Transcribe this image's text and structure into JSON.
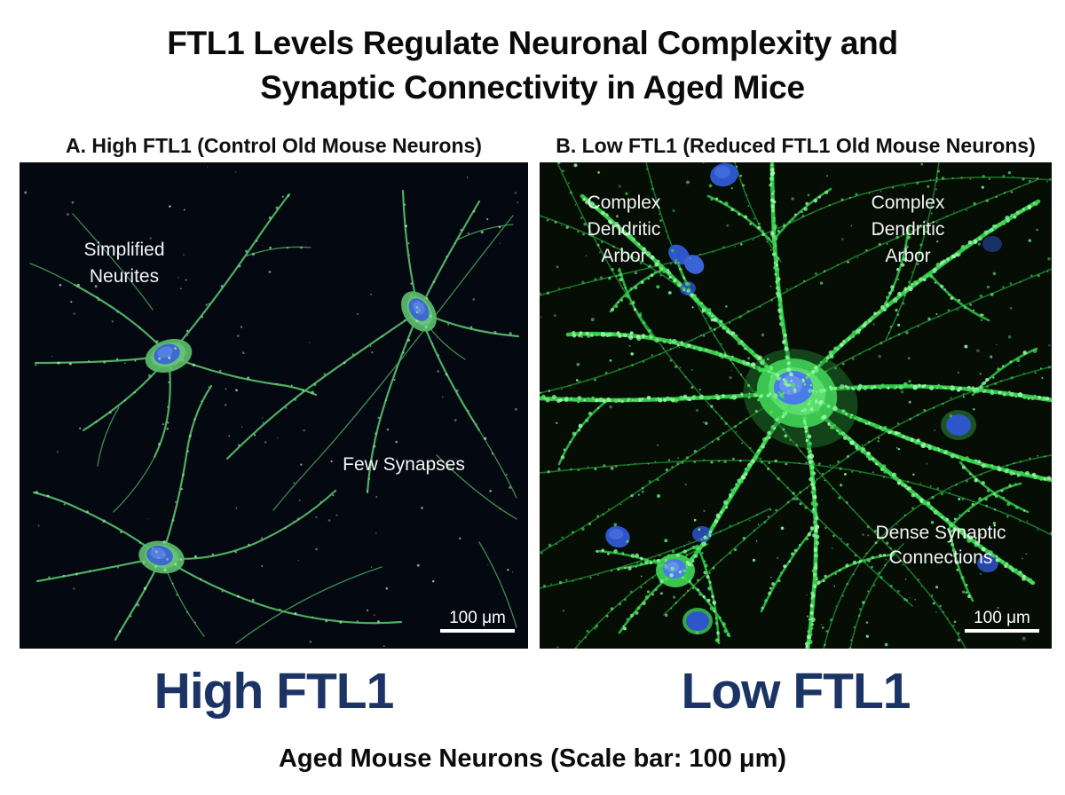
{
  "figure": {
    "title_line1": "FTL1 Levels Regulate Neuronal Complexity and",
    "title_line2": "Synaptic Connectivity in Aged Mice",
    "caption": "Aged Mouse Neurons (Scale bar: 100 μm)"
  },
  "panel_a": {
    "header": "A. High FTL1 (Control Old Mouse Neurons)",
    "footer_label": "High FTL1",
    "scale_bar_label": "100 μm",
    "annotations": {
      "neurites_line1": "Simplified",
      "neurites_line2": "Neurites",
      "synapses": "Few Synapses"
    }
  },
  "panel_b": {
    "header": "B. Low FTL1 (Reduced FTL1 Old Mouse Neurons)",
    "footer_label": "Low FTL1",
    "scale_bar_label": "100 μm",
    "annotations": {
      "arbor_left_line1": "Complex",
      "arbor_left_line2": "Dendritic",
      "arbor_left_line3": "Arbor",
      "arbor_right_line1": "Complex",
      "arbor_right_line2": "Dendritic",
      "arbor_right_line3": "Arbor",
      "connections_line1": "Dense Synaptic",
      "connections_line2": "Connections"
    }
  },
  "colors": {
    "label_navy": "#1b3465",
    "gfp_green": "#3ecb52",
    "dapi_blue": "#4a7ce8",
    "panel_a_background": "#030811",
    "panel_b_background": "#050d05",
    "annotation_white": "#f4f4f4",
    "title_black": "#0b0b0b"
  }
}
